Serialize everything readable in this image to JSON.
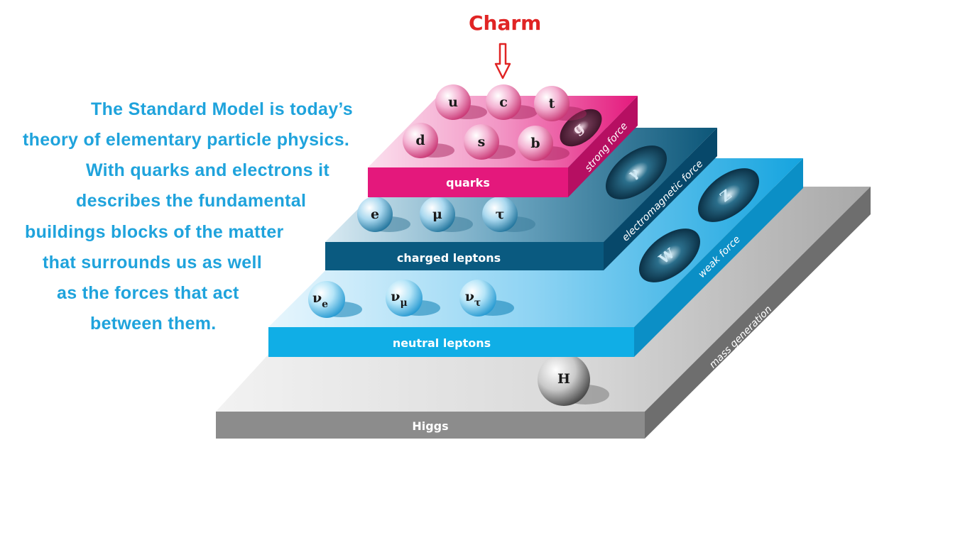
{
  "annotation": {
    "title": "Charm",
    "arrow_color": "#e02424"
  },
  "intro_lines": [
    "The Standard Model is today’s",
    "theory of elementary particle physics.",
    "With quarks and electrons it",
    "describes the fundamental",
    "buildings blocks of the matter",
    "that surrounds us as well",
    "as the forces that act",
    "between them."
  ],
  "layers": {
    "higgs": {
      "label": "Higgs",
      "side_label": "mass generation"
    },
    "neutral_leptons": {
      "label": "neutral leptons",
      "side_label": "weak force"
    },
    "charged_leptons": {
      "label": "charged leptons",
      "side_label": "electromagnetic force"
    },
    "quarks": {
      "label": "quarks",
      "side_label": "strong force"
    }
  },
  "particles": {
    "quarks_top": [
      "u",
      "c",
      "t"
    ],
    "quarks_bottom": [
      "d",
      "s",
      "b"
    ],
    "charged_leptons": [
      "e",
      "μ",
      "τ"
    ],
    "neutral_leptons": [
      {
        "base": "ν",
        "sub": "e"
      },
      {
        "base": "ν",
        "sub": "μ"
      },
      {
        "base": "ν",
        "sub": "τ"
      }
    ],
    "higgs": "H",
    "bosons": [
      "g",
      "γ",
      "Z",
      "W"
    ]
  },
  "colors": {
    "text_blue": "#1fa3dc",
    "quarks": "#e4187c",
    "charged": "#0a5a80",
    "neutral": "#10aee6",
    "higgs": "#8c8c8c"
  }
}
